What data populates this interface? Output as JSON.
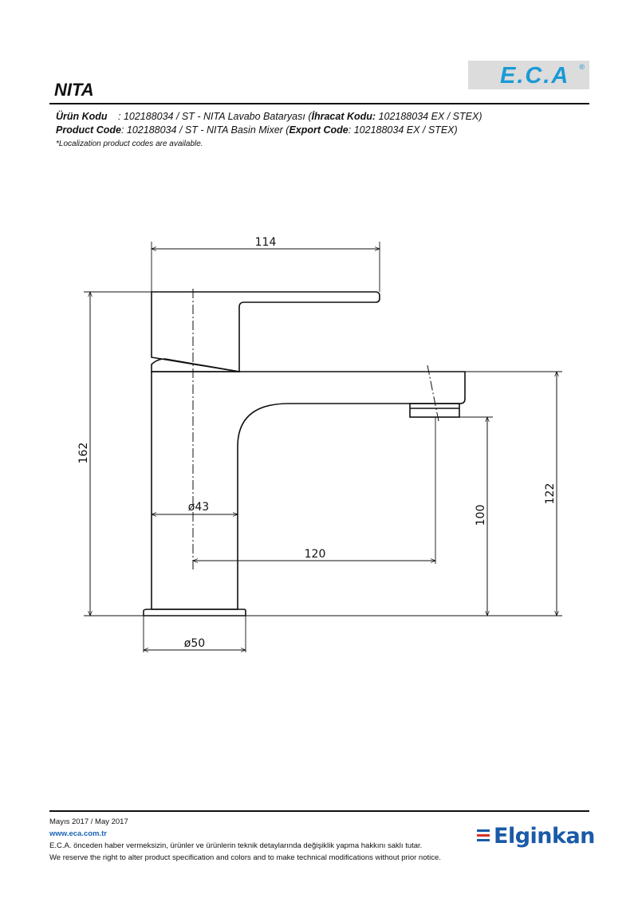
{
  "header": {
    "title": "NITA",
    "logo_text": "E.C.A",
    "logo_registered": "®"
  },
  "codes": {
    "tr_label": "Ürün Kodu",
    "tr_value_a": ": 102188034 / ST - NITA Lavabo Bataryası (",
    "tr_export_label": "İhracat Kodu:",
    "tr_value_b": " 102188034 EX / STEX)",
    "en_label": "Product Code",
    "en_value_a": ": 102188034 / ST - NITA Basin Mixer (",
    "en_export_label": "Export Code",
    "en_value_b": ": 102188034 EX / STEX)",
    "note": "*Localization product codes are available."
  },
  "dimensions": {
    "width_top": "114",
    "height_total": "162",
    "height_spout": "122",
    "height_outlet": "100",
    "reach": "120",
    "body_diameter": "ø43",
    "base_diameter": "ø50"
  },
  "footer": {
    "date": "Mayıs 2017 / May 2017",
    "url": "www.eca.com.tr",
    "disclaimer_tr": "E.C.A. önceden haber vermeksizin, ürünler ve ürünlerin teknik detaylarında değişiklik yapma hakkını saklı tutar.",
    "disclaimer_en": "We reserve the right to alter product specification and colors and to make technical modifications without prior notice.",
    "brand": "Elginkan"
  },
  "colors": {
    "eca_blue": "#1a9ad6",
    "elginkan_blue": "#1a5aa8",
    "elginkan_red": "#d9322a"
  }
}
